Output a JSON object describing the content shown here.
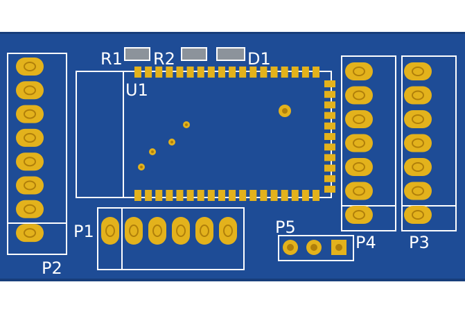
{
  "board": {
    "colors": {
      "substrate": "#1e4c96",
      "substrate_edge": "#173d7a",
      "silkscreen": "#ffffff",
      "pad_gold": "#e3b21c",
      "pad_hole": "#b07f0a",
      "pad_gray": "#8c939b",
      "background": "#ffffff"
    },
    "labels": {
      "r1": "R1",
      "r2": "R2",
      "d1": "D1",
      "u1": "U1",
      "p1": "P1",
      "p2": "P2",
      "p3": "P3",
      "p4": "P4",
      "p5": "P5"
    },
    "components": {
      "p2_pin_count": 8,
      "p4_pin_count": 7,
      "p3_pin_count": 7,
      "p1_pin_count": 6,
      "p5_pin_count": 3,
      "u1_bottom_pad_count": 18,
      "u1_top_pad_count": 18,
      "u1_right_pad_count": 11,
      "vias": 4
    }
  }
}
